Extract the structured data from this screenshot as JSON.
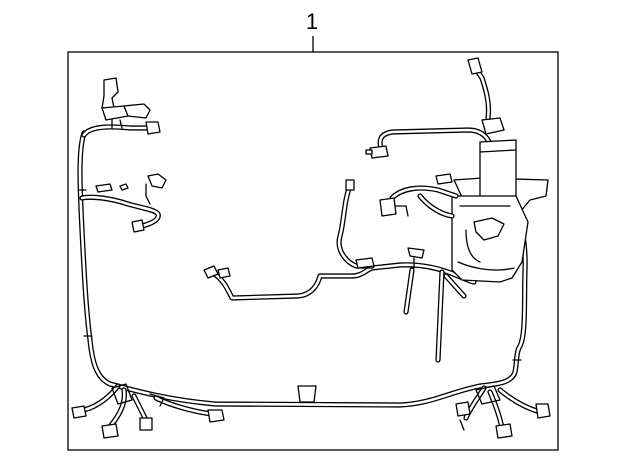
{
  "callout": {
    "number": "1"
  },
  "colors": {
    "line": "#000000",
    "background": "#ffffff"
  },
  "parts": [
    {
      "callout": "1",
      "component": "wiring-harness"
    }
  ]
}
